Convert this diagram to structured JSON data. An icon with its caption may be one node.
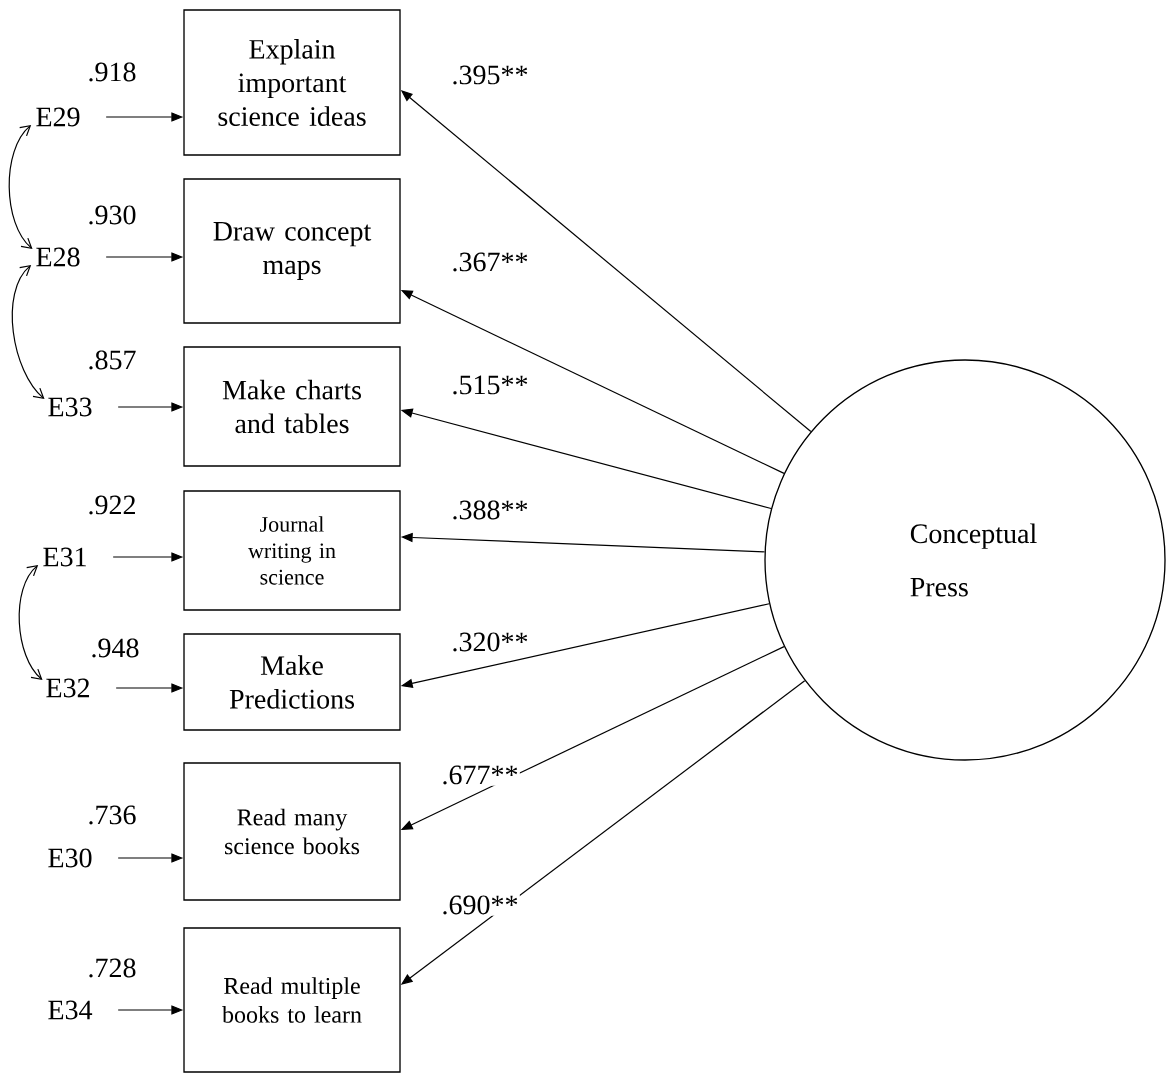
{
  "diagram": {
    "nodes": [
      {
        "text": [
          "Explain important science ideas"
        ]
      },
      {
        "text": [
          "Draw concept maps"
        ]
      },
      {
        "text": [
          "Make charts and tables"
        ]
      },
      {
        "text": [
          "Journal writing in science"
        ]
      },
      {
        "text": [
          "Make Predictions"
        ]
      },
      {
        "text": [
          "Read many science books"
        ]
      },
      {
        "text": [
          "Read multiple books to learn"
        ]
      },
      {
        "text": [
          "Conceptual Press"
        ]
      },
      {
        "text": [
          "E29"
        ],
        "beside": [
          ".918"
        ]
      },
      {
        "text": [
          "E28"
        ],
        "beside": [
          ".930"
        ]
      },
      {
        "text": [
          "E33"
        ],
        "beside": [
          ".857"
        ]
      },
      {
        "text": [
          "E31"
        ],
        "beside": [
          ".922"
        ]
      },
      {
        "text": [
          "E32"
        ],
        "beside": [
          ".948"
        ]
      },
      {
        "text": [
          "E30"
        ],
        "beside": [
          ".736"
        ]
      },
      {
        "text": [
          "E34"
        ],
        "beside": [
          ".728"
        ]
      }
    ],
    "edges": [
      {
        "from": 7,
        "to": 0,
        "arrow": "to",
        "label": ".395**"
      },
      {
        "from": 7,
        "to": 1,
        "arrow": "to",
        "label": ".367**"
      },
      {
        "from": 7,
        "to": 2,
        "arrow": "to",
        "label": ".515**"
      },
      {
        "from": 7,
        "to": 3,
        "arrow": "to",
        "label": ".388**"
      },
      {
        "from": 7,
        "to": 4,
        "arrow": "to",
        "label": ".320**"
      },
      {
        "from": 7,
        "to": 5,
        "arrow": "to",
        "label": ".677**"
      },
      {
        "from": 7,
        "to": 6,
        "arrow": "to",
        "label": ".690**"
      },
      {
        "from": 8,
        "to": 0,
        "arrow": "to"
      },
      {
        "from": 9,
        "to": 1,
        "arrow": "to"
      },
      {
        "from": 10,
        "to": 2,
        "arrow": "to"
      },
      {
        "from": 11,
        "to": 3,
        "arrow": "to"
      },
      {
        "from": 12,
        "to": 4,
        "arrow": "to"
      },
      {
        "from": 13,
        "to": 5,
        "arrow": "to"
      },
      {
        "from": 14,
        "to": 6,
        "arrow": "to"
      },
      {
        "from": 8,
        "to": 9,
        "arrow": "both"
      },
      {
        "from": 9,
        "to": 10,
        "arrow": "both"
      },
      {
        "from": 11,
        "to": 12,
        "arrow": "both"
      }
    ]
  }
}
